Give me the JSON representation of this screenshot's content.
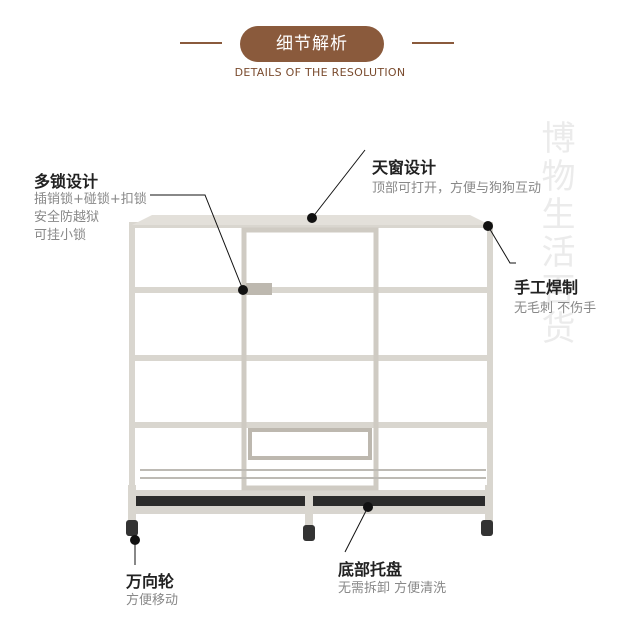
{
  "header": {
    "title": "细节解析",
    "subtitle": "DETAILS OF THE RESOLUTION"
  },
  "watermark": "博物生活百货",
  "callouts": {
    "multi_lock": {
      "title": "多锁设计",
      "lines": [
        "插销锁+碰锁+扣锁",
        "安全防越狱",
        "可挂小锁"
      ]
    },
    "skylight": {
      "title": "天窗设计",
      "lines": [
        "顶部可打开，方便与狗狗互动"
      ]
    },
    "welding": {
      "title": "手工焊制",
      "lines": [
        "无毛刺 不伤手"
      ]
    },
    "wheel": {
      "title": "万向轮",
      "lines": [
        "方便移动"
      ]
    },
    "tray": {
      "title": "底部托盘",
      "lines": [
        "无需拆卸 方便清洗"
      ]
    }
  },
  "colors": {
    "accent": "#8a5a3c",
    "frame": "#d9d6cf",
    "bar": "#c9c5bc",
    "dark": "#2b2b2b"
  }
}
